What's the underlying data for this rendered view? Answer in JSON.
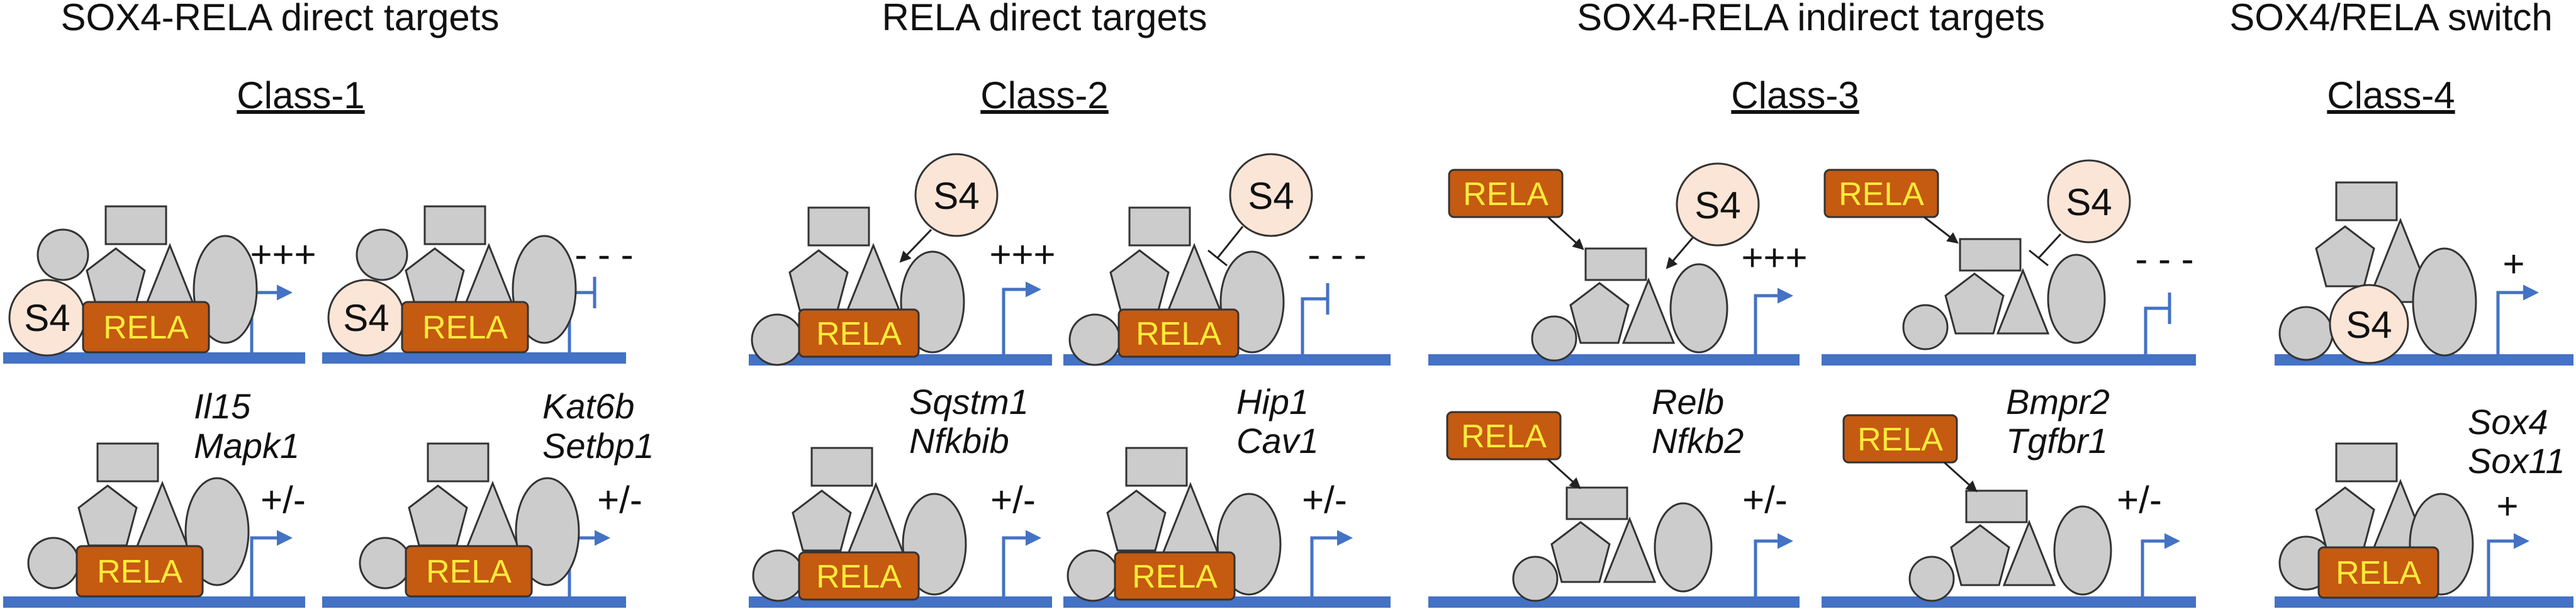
{
  "colors": {
    "rela_fill": "#c55a11",
    "rela_text": "#ffeb3b",
    "sox4_fill": "#fbe5d6",
    "factor_fill": "#cccccc",
    "dna": "#4472c4"
  },
  "labels": {
    "rela": "RELA",
    "sox4": "S4"
  },
  "columns": [
    {
      "header": "SOX4-RELA direct targets",
      "class_label": "Class-1",
      "panels": [
        {
          "sign": "+++",
          "genes": []
        },
        {
          "sign": "- - -",
          "genes": []
        },
        {
          "sign": "+/-",
          "genes": [
            "Il15",
            "Mapk1"
          ]
        },
        {
          "sign": "+/-",
          "genes": [
            "Kat6b",
            "Setbp1"
          ]
        }
      ]
    },
    {
      "header": "RELA direct targets",
      "class_label": "Class-2",
      "panels": [
        {
          "sign": "+++",
          "genes": []
        },
        {
          "sign": "- - -",
          "genes": []
        },
        {
          "sign": "+/-",
          "genes": [
            "Sqstm1",
            "Nfkbib"
          ]
        },
        {
          "sign": "+/-",
          "genes": [
            "Hip1",
            "Cav1"
          ]
        }
      ]
    },
    {
      "header": "SOX4-RELA indirect targets",
      "class_label": "Class-3",
      "panels": [
        {
          "sign": "+++",
          "genes": []
        },
        {
          "sign": "- - -",
          "genes": []
        },
        {
          "sign": "+/-",
          "genes": [
            "Relb",
            "Nfkb2"
          ]
        },
        {
          "sign": "+/-",
          "genes": [
            "Bmpr2",
            "Tgfbr1"
          ]
        }
      ]
    },
    {
      "header": "SOX4/RELA switch",
      "class_label": "Class-4",
      "panels": [
        {
          "sign": "+",
          "genes": []
        },
        {
          "sign": "+",
          "genes": [
            "Sox4",
            "Sox11"
          ]
        }
      ]
    }
  ]
}
